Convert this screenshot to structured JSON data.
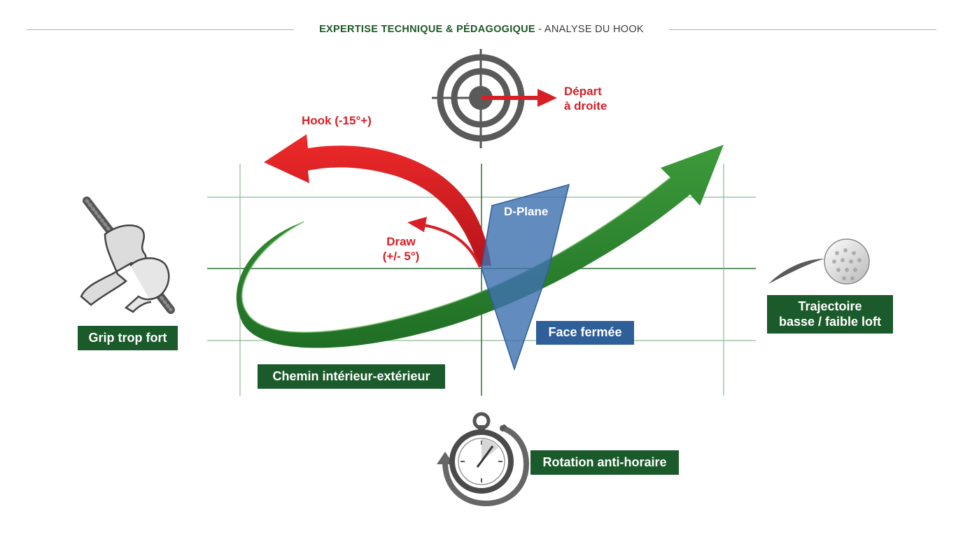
{
  "header": {
    "title_strong": "EXPERTISE TECHNIQUE & PÉDAGOGIQUE",
    "title_sep": " - ",
    "title_light": "ANALYSE DU HOOK"
  },
  "labels": {
    "hook": "Hook (-15°+)",
    "draw_line1": "Draw",
    "draw_line2": "(+/- 5°)",
    "depart_line1": "Départ",
    "depart_line2": "à droite",
    "dplane": "D-Plane",
    "face": "Face fermée",
    "chemin": "Chemin intérieur-extérieur",
    "grip": "Grip trop fort",
    "trajectoire_line1": "Trajectoire",
    "trajectoire_line2": "basse / faible loft",
    "rotation": "Rotation anti-horaire"
  },
  "colors": {
    "green_dark": "#1b5a2a",
    "green_arrow": "#2e8b2e",
    "red": "#d81f26",
    "blue": "#2f5f99",
    "grid": "#8fb894",
    "icon_gray": "#555555"
  },
  "icons": [
    "target-icon",
    "grip-hands-icon",
    "golf-ball-icon",
    "stopwatch-icon"
  ]
}
